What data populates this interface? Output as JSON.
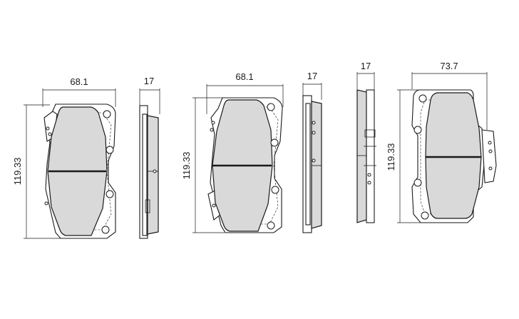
{
  "views": [
    {
      "id": "view-1",
      "width_label": "68.1",
      "height_label": "119.33"
    },
    {
      "id": "view-2",
      "thickness_label": "17"
    },
    {
      "id": "view-3",
      "width_label": "68.1",
      "height_label": "119.33"
    },
    {
      "id": "view-4",
      "thickness_label": "17"
    },
    {
      "id": "view-5",
      "thickness_label": "17"
    },
    {
      "id": "view-6",
      "width_label": "73.7",
      "height_label": "119.33"
    }
  ],
  "colors": {
    "friction_material": "#d9d9d9",
    "line": "#1a1a1a"
  }
}
